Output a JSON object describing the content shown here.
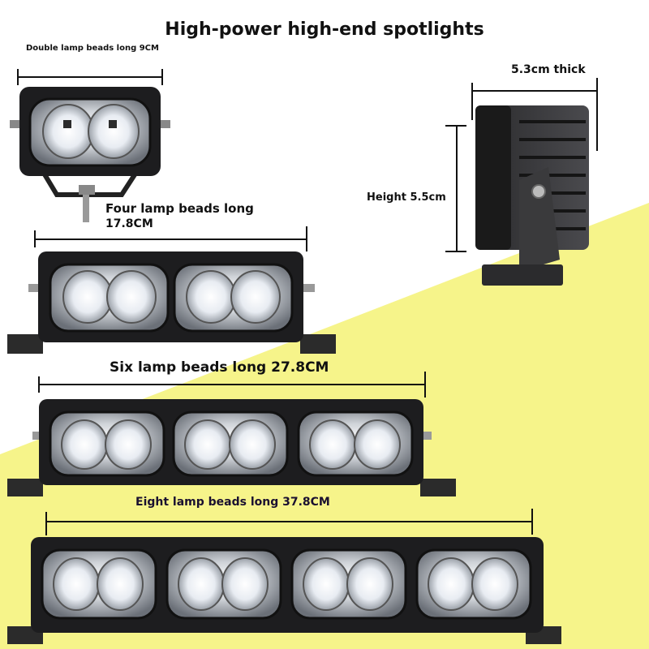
{
  "title": "High-power high-end spotlights",
  "labels": {
    "double": "Double lamp beads long 9CM",
    "thick": "5.3cm thick",
    "height": "Height 5.5cm",
    "four_line1": "Four lamp beads long",
    "four_line2": "17.8CM",
    "six": "Six lamp beads long 27.8CM",
    "eight": "Eight lamp beads long 37.8CM"
  },
  "colors": {
    "background": "#ffffff",
    "yellow_wedge": "#f6f48a",
    "housing": "#1d1d1f",
    "lens": "#d6d9de",
    "text": "#111111"
  }
}
